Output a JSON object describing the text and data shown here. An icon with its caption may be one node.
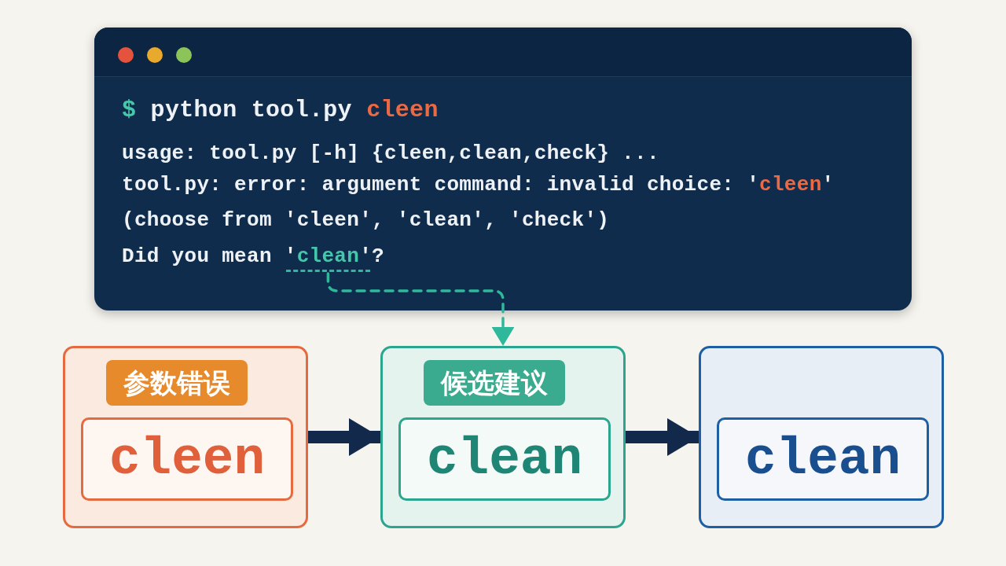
{
  "diagram": {
    "nodes": [
      {
        "text": [
          "*$* python tool.py **cleen**",
          "usage: tool.py [-h] {cleen,clean,check} ...",
          "tool.py: error: argument command: invalid choice: '**cleen**'",
          "(choose from 'cleen', 'clean', 'check')",
          "Did you mean '*clean*'?"
        ]
      },
      {
        "text": [],
        "shape": "bar",
        "in": 0
      },
      {
        "text": [
          "参数错误"
        ]
      },
      {
        "text": [
          "cleen"
        ],
        "in": 2
      },
      {
        "text": [
          "候选建议"
        ]
      },
      {
        "text": [
          "clean"
        ],
        "in": 4
      },
      {
        "text": [],
        "shape": "box"
      },
      {
        "text": [
          "clean"
        ],
        "in": 6
      }
    ],
    "edges": [
      {
        "from": 1,
        "to": 4,
        "arrow": "to",
        "style": "dashed",
        "color": "#2fb89a"
      },
      {
        "from": 2,
        "to": 4,
        "arrow": "to"
      },
      {
        "from": 4,
        "to": 6,
        "arrow": "to"
      }
    ]
  }
}
